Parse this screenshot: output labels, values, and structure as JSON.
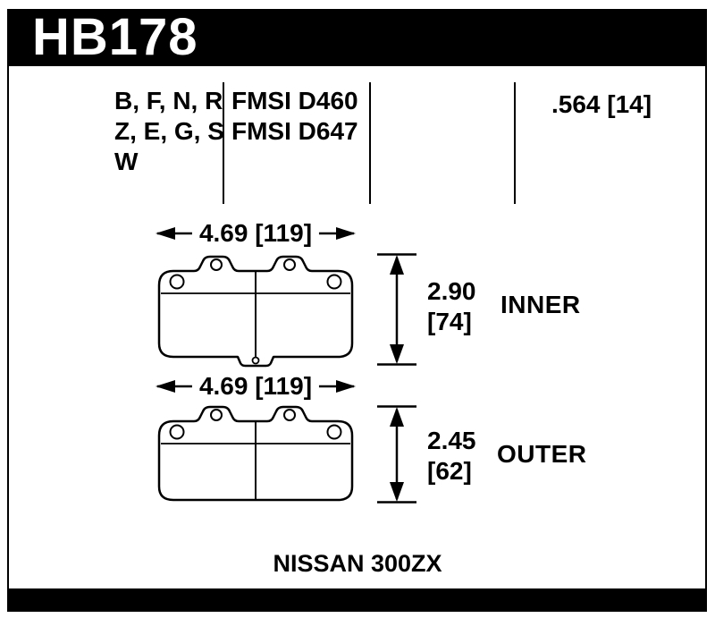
{
  "header": {
    "part_number": "HB178"
  },
  "spec_table": {
    "compound_lines": [
      "B, F, N, R",
      "Z, E, G, S",
      "W"
    ],
    "fmsi_lines": [
      "FMSI D460",
      "FMSI D647"
    ],
    "pad_thickness": ".564 [14]"
  },
  "pads": [
    {
      "width_dim": "4.69 [119]",
      "height_dim_top": "2.90",
      "height_dim_bottom": "[74]",
      "position_label": "INNER"
    },
    {
      "width_dim": "4.69 [119]",
      "height_dim_top": "2.45",
      "height_dim_bottom": "[62]",
      "position_label": "OUTER"
    }
  ],
  "footer": {
    "application": "NISSAN 300ZX"
  }
}
